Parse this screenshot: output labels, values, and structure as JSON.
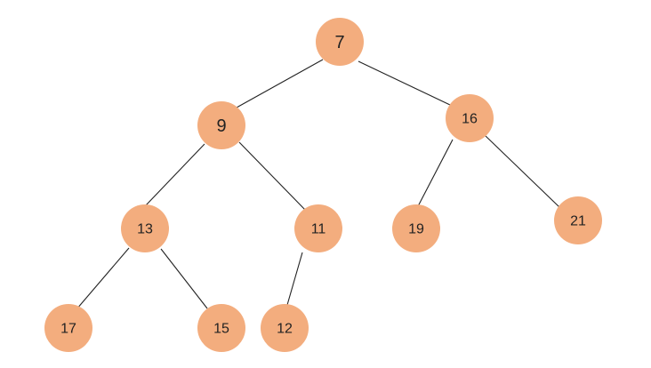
{
  "diagram": {
    "type": "binary-tree",
    "node_color": "#f3ad7e",
    "edge_color": "#222222",
    "background": "#ffffff",
    "nodes": [
      {
        "id": "n7",
        "label": "7"
      },
      {
        "id": "n9",
        "label": "9"
      },
      {
        "id": "n16",
        "label": "16"
      },
      {
        "id": "n13",
        "label": "13"
      },
      {
        "id": "n11",
        "label": "11"
      },
      {
        "id": "n19",
        "label": "19"
      },
      {
        "id": "n21",
        "label": "21"
      },
      {
        "id": "n17",
        "label": "17"
      },
      {
        "id": "n15",
        "label": "15"
      },
      {
        "id": "n12",
        "label": "12"
      }
    ],
    "edges": [
      {
        "from": "n7",
        "to": "n9"
      },
      {
        "from": "n7",
        "to": "n16"
      },
      {
        "from": "n9",
        "to": "n13"
      },
      {
        "from": "n9",
        "to": "n11"
      },
      {
        "from": "n16",
        "to": "n19"
      },
      {
        "from": "n16",
        "to": "n21"
      },
      {
        "from": "n13",
        "to": "n17"
      },
      {
        "from": "n13",
        "to": "n15"
      },
      {
        "from": "n11",
        "to": "n12"
      }
    ]
  }
}
